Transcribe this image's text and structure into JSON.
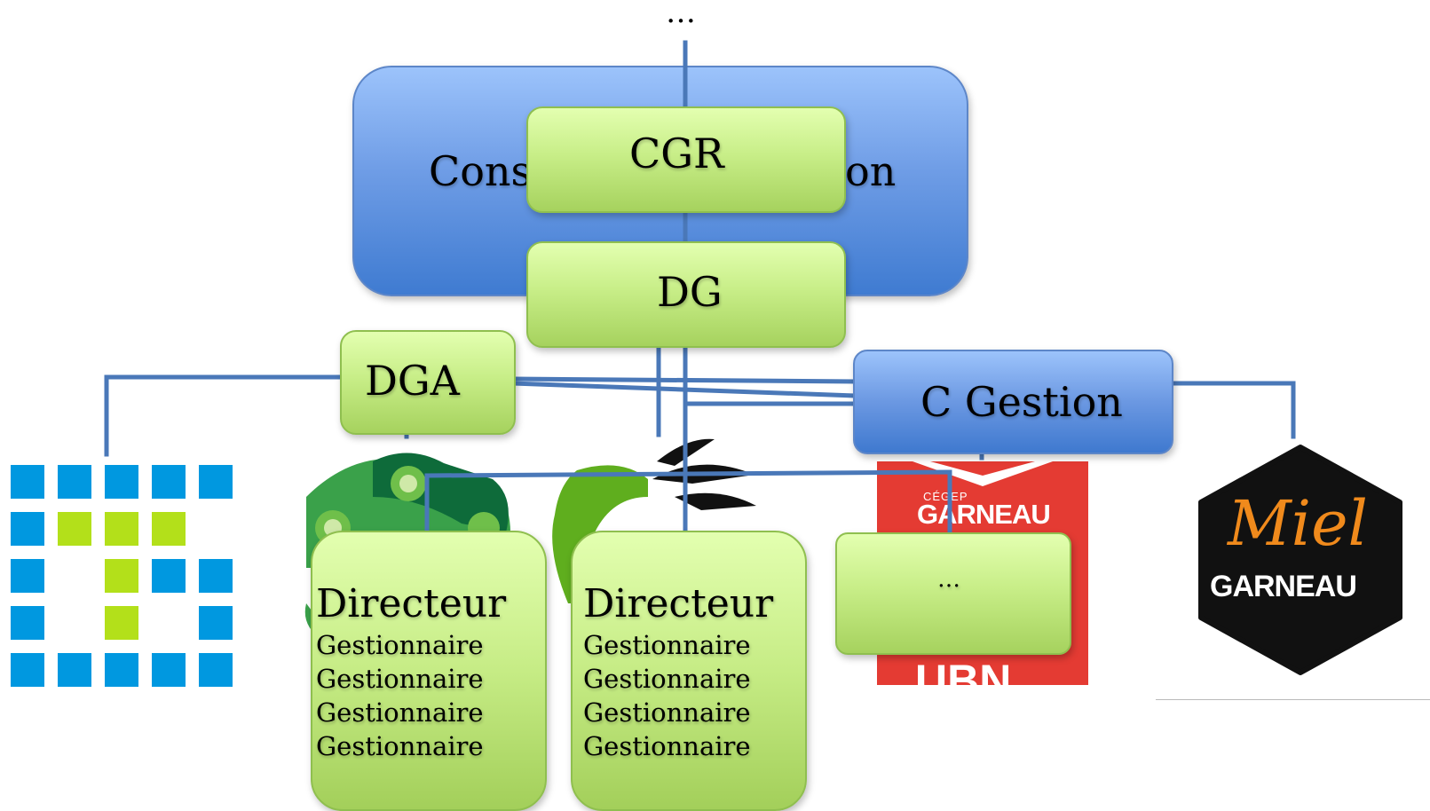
{
  "diagram": {
    "top_ellipsis": "…",
    "board": {
      "label_left": "Cons",
      "label_right": "on"
    },
    "cgr": {
      "label": "CGR"
    },
    "dg": {
      "label": "DG"
    },
    "dga": {
      "label": "DGA"
    },
    "c_gestion": {
      "label": "C Gestion"
    },
    "director_left": {
      "title": "Directeur",
      "managers": [
        "Gestionnaire",
        "Gestionnaire",
        "Gestionnaire",
        "Gestionnaire"
      ]
    },
    "director_right": {
      "title": "Directeur",
      "managers": [
        "Gestionnaire",
        "Gestionnaire",
        "Gestionnaire",
        "Gestionnaire"
      ]
    },
    "other_unit": {
      "label": "…"
    }
  },
  "logos": {
    "cegep_text_top": "CÉGEP",
    "cegep_text_main": "GARNEAU",
    "cegep_text_bottom": "UBN",
    "miel_text_top": "Miel",
    "miel_text_main": "GARNEAU"
  },
  "colors": {
    "connector": "#4a78b8",
    "logo_blue": "#0098e0",
    "logo_lime": "#b3e01a",
    "cegep_red": "#e43b33",
    "miel_orange": "#f08a1c"
  }
}
